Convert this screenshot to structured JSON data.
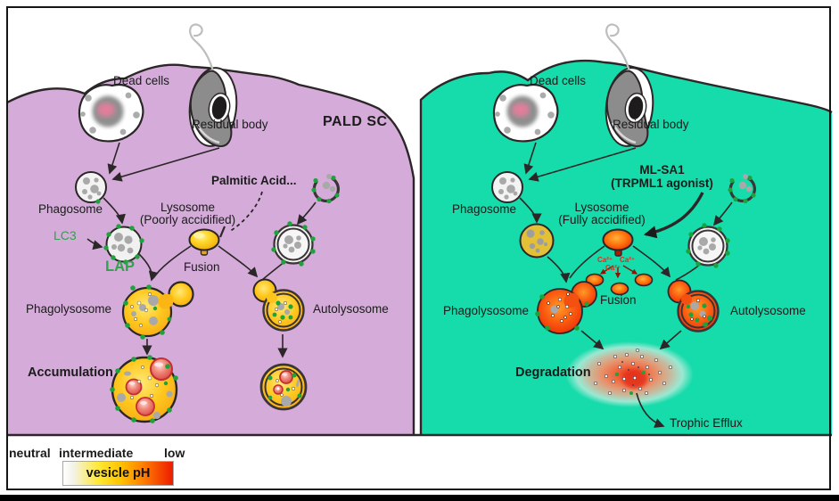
{
  "left": {
    "title": "PALD SC",
    "dead_cells": "Dead cells",
    "residual_body": "Residual body",
    "phagosome": "Phagosome",
    "lysosome_name": "Lysosome",
    "lysosome_state": "(Poorly accidified)",
    "palmitic_acid": "Palmitic Acid...",
    "lc3": "LC3",
    "lap": "LAP",
    "fusion": "Fusion",
    "phagolysosome": "Phagolysosome",
    "autolysosome": "Autolysosome",
    "outcome": "Accumulation"
  },
  "right": {
    "dead_cells": "Dead cells",
    "residual_body": "Residual body",
    "phagosome": "Phagosome",
    "drug_name": "ML-SA1",
    "drug_desc": "(TRPML1 agonist)",
    "lysosome_name": "Lysosome",
    "lysosome_state": "(Fully accidified)",
    "ca1": "Ca²⁺",
    "ca2": "Ca²⁺",
    "ca3": "Ca²⁺",
    "fusion": "Fusion",
    "phagolysosome": "Phagolysosome",
    "autolysosome": "Autolysosome",
    "outcome": "Degradation",
    "trophic_efflux": "Trophic Efflux"
  },
  "legend": {
    "neutral": "neutral",
    "intermediate": "intermediate",
    "low": "low",
    "bar_label": "vesicle pH"
  },
  "colors": {
    "left_panel_bg": "#d5abd9",
    "right_panel_bg": "#16dbab",
    "outline": "#2b2627",
    "green_dot": "#1ea33c",
    "green_text": "#2fa24a",
    "ca_text": "#e8291c",
    "lysosome_yellow": "#ffd92e",
    "lysosome_red": "#ef2000",
    "ph_gradient": [
      "#ffffff",
      "#ffe935",
      "#ff7a00",
      "#ed1b00"
    ]
  }
}
